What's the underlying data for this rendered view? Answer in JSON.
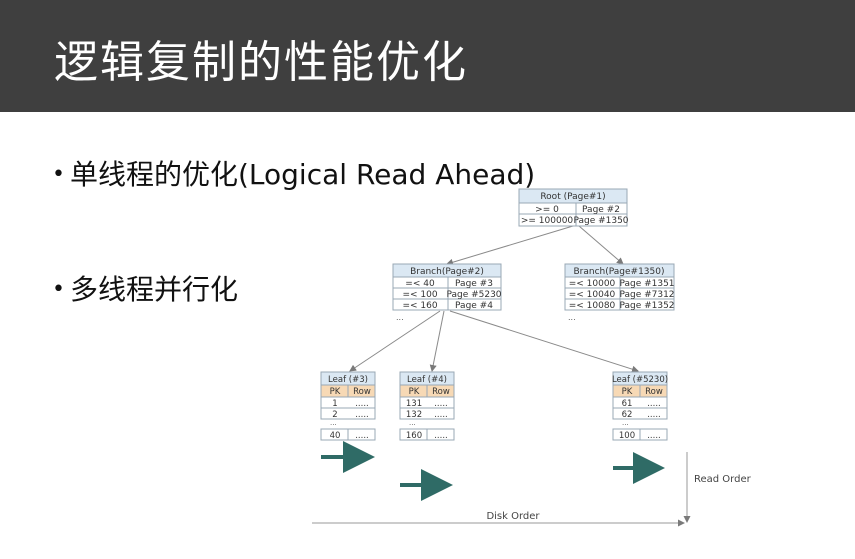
{
  "slide": {
    "title": "逻辑复制的性能优化",
    "bullets": [
      "单线程的优化(Logical Read Ahead)",
      "多线程并行化"
    ]
  },
  "diagram": {
    "root": {
      "header": "Root (Page#1)",
      "rows": [
        [
          ">= 0",
          "Page #2"
        ],
        [
          ">= 100000",
          "Page #1350"
        ]
      ]
    },
    "branch_left": {
      "header": "Branch(Page#2)",
      "rows": [
        [
          "=< 40",
          "Page #3"
        ],
        [
          "=< 100",
          "Page #5230"
        ],
        [
          "=< 160",
          "Page #4"
        ]
      ],
      "ellipsis": "..."
    },
    "branch_right": {
      "header": "Branch(Page#1350)",
      "rows": [
        [
          "=< 10000",
          "Page #1351"
        ],
        [
          "=< 10040",
          "Page #7312"
        ],
        [
          "=< 10080",
          "Page #1352"
        ]
      ],
      "ellipsis": "..."
    },
    "leaf_columns": [
      "PK",
      "Row"
    ],
    "leaves": [
      {
        "header": "Leaf (#3)",
        "rows": [
          [
            "1",
            "....."
          ],
          [
            "2",
            "....."
          ]
        ],
        "ellipsis": "...",
        "last": [
          "40",
          "....."
        ]
      },
      {
        "header": "Leaf (#4)",
        "rows": [
          [
            "131",
            "....."
          ],
          [
            "132",
            "....."
          ]
        ],
        "ellipsis": "...",
        "last": [
          "160",
          "....."
        ]
      },
      {
        "header": "Leaf (#5230)",
        "rows": [
          [
            "61",
            "....."
          ],
          [
            "62",
            "....."
          ]
        ],
        "ellipsis": "...",
        "last": [
          "100",
          "....."
        ]
      }
    ],
    "read_order_label": "Read Order",
    "disk_order_label": "Disk Order",
    "colors": {
      "header_fill": "#dbe8f3",
      "pk_fill": "#f7d9b5",
      "arrow": "#2f6b66",
      "line": "#8a8a8a"
    }
  }
}
